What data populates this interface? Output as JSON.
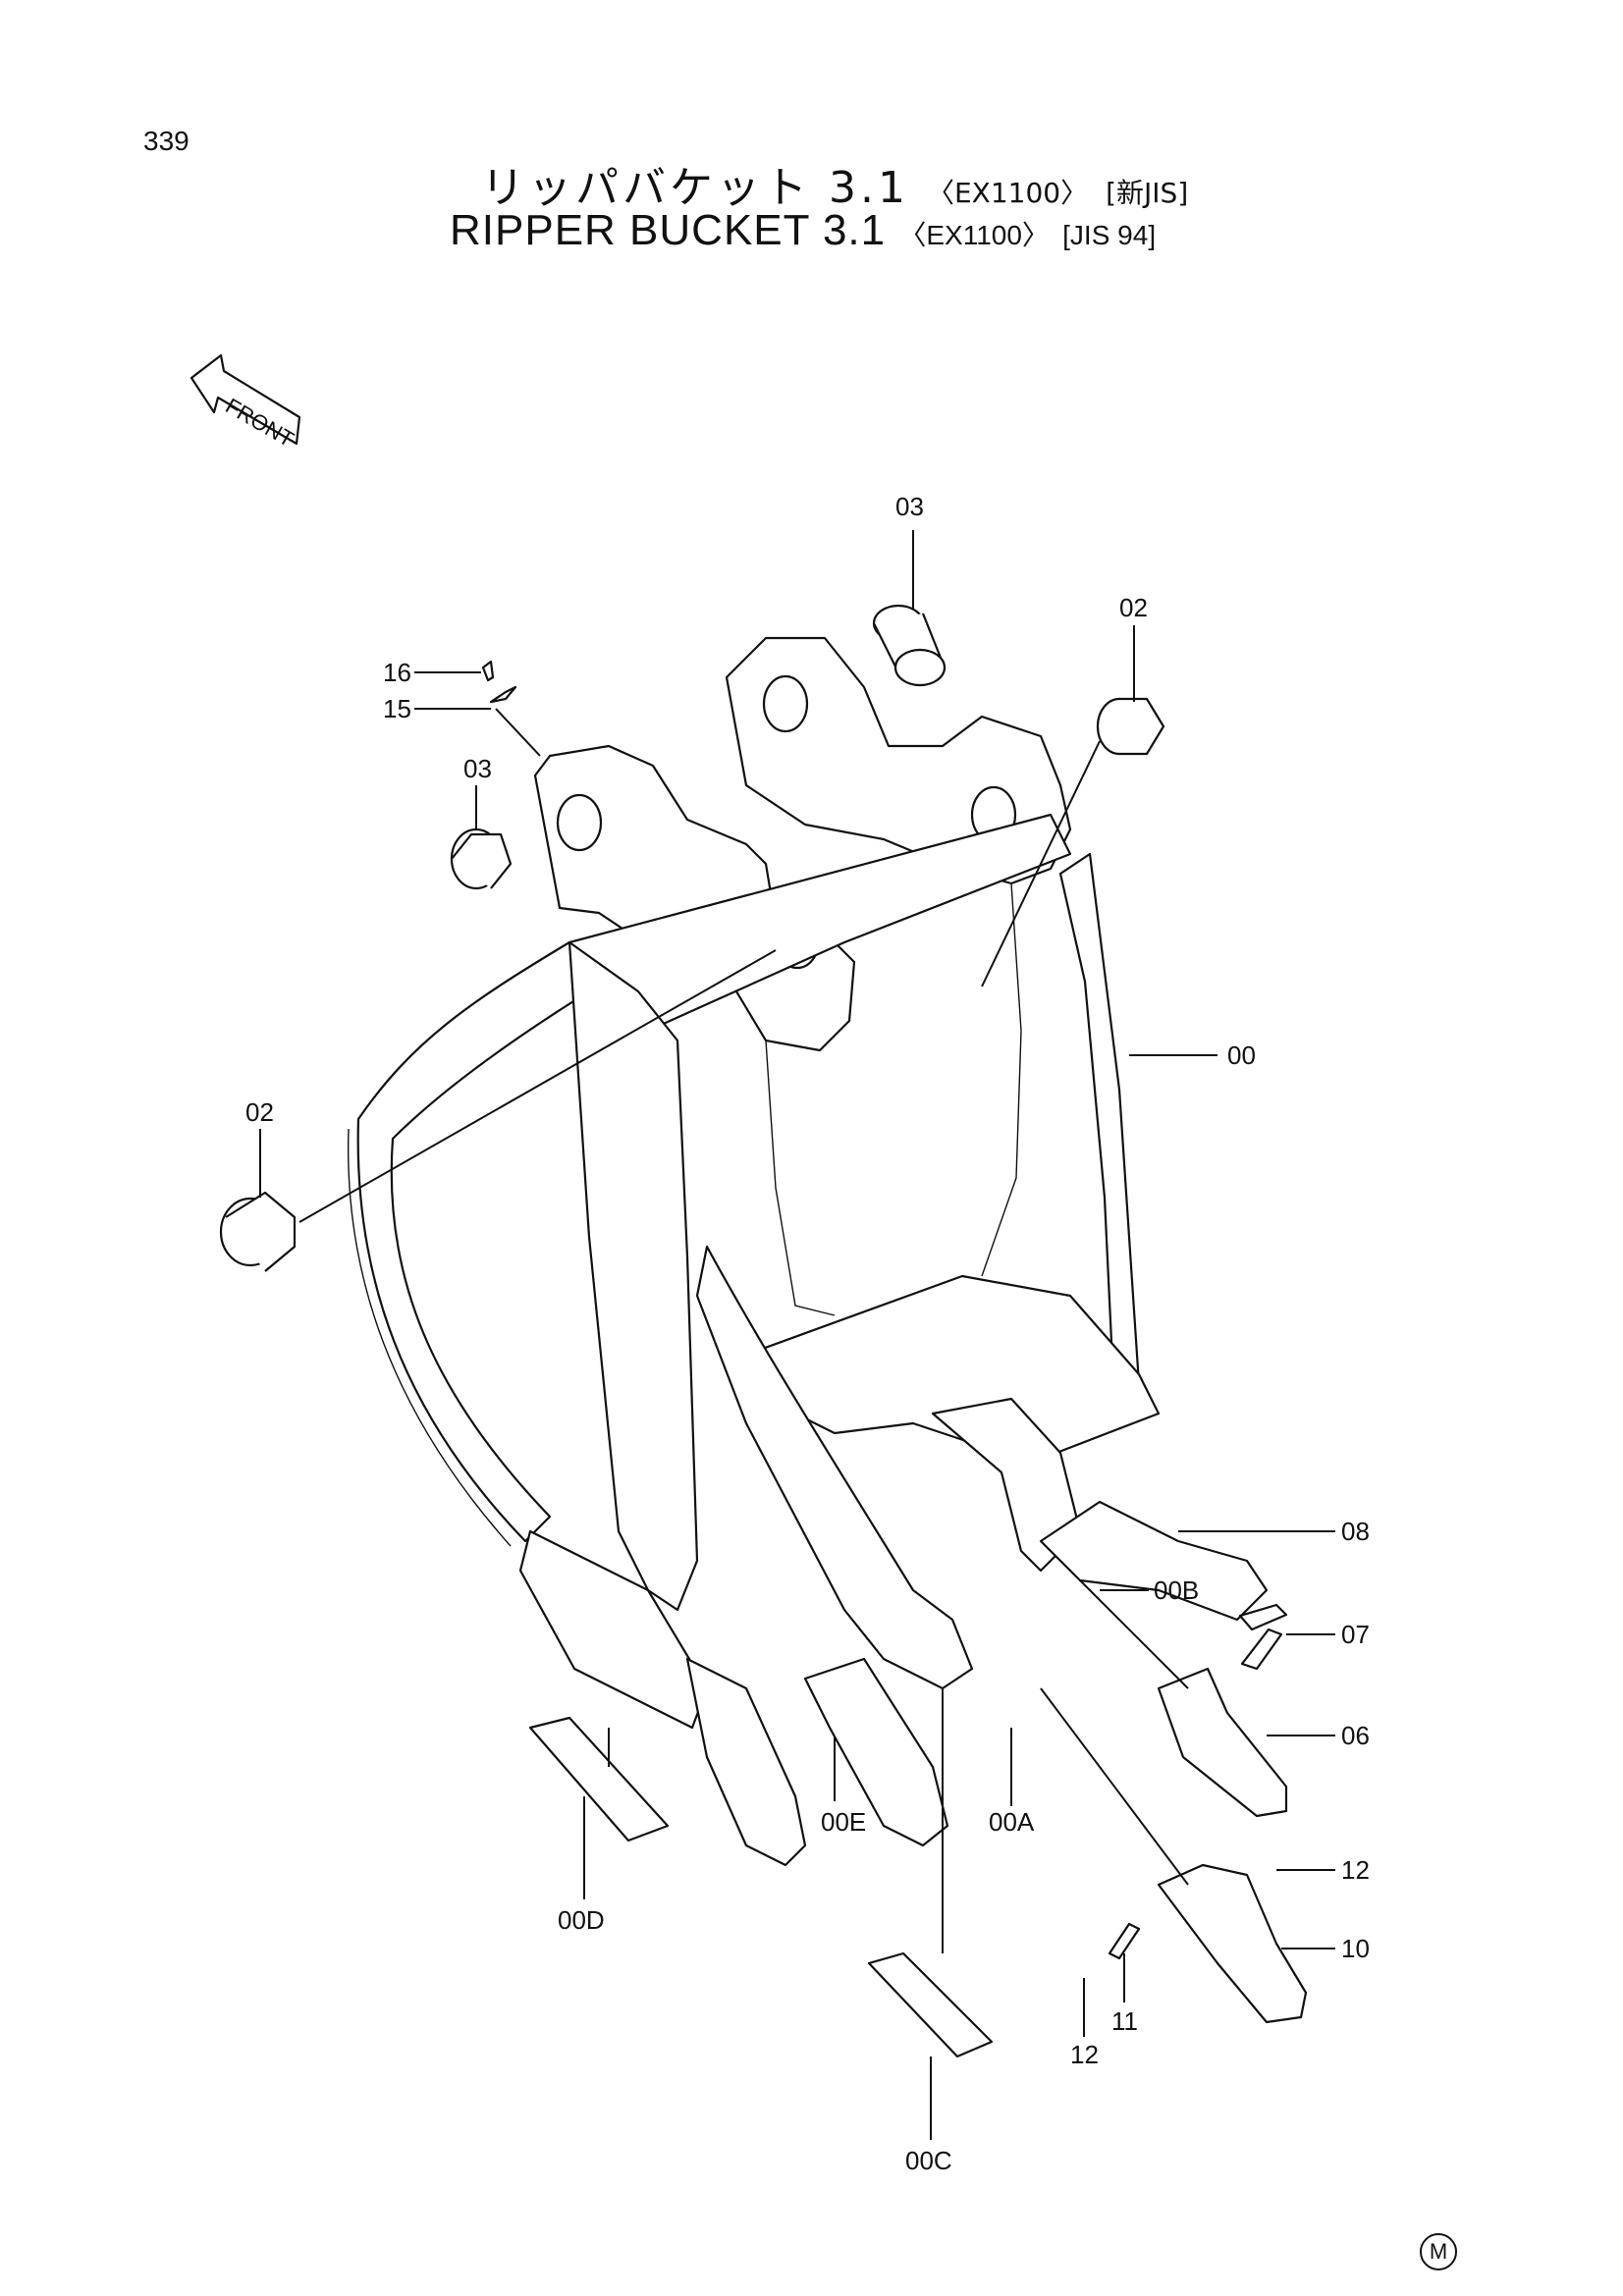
{
  "page_number": "339",
  "title_ja": {
    "main": "リッパバケット 3.1",
    "model": "〈EX1100〉",
    "standard": "[新JIS]"
  },
  "title_en": {
    "main": "RIPPER BUCKET 3.1",
    "model": "〈EX1100〉",
    "standard": "[JIS 94]"
  },
  "front_arrow": "FRONT",
  "callouts": [
    "03",
    "02",
    "16",
    "15",
    "03",
    "02",
    "00",
    "08",
    "00B",
    "07",
    "06",
    "12",
    "10",
    "11",
    "12",
    "00E",
    "00A",
    "00D",
    "00C"
  ],
  "corner_mark": "M"
}
